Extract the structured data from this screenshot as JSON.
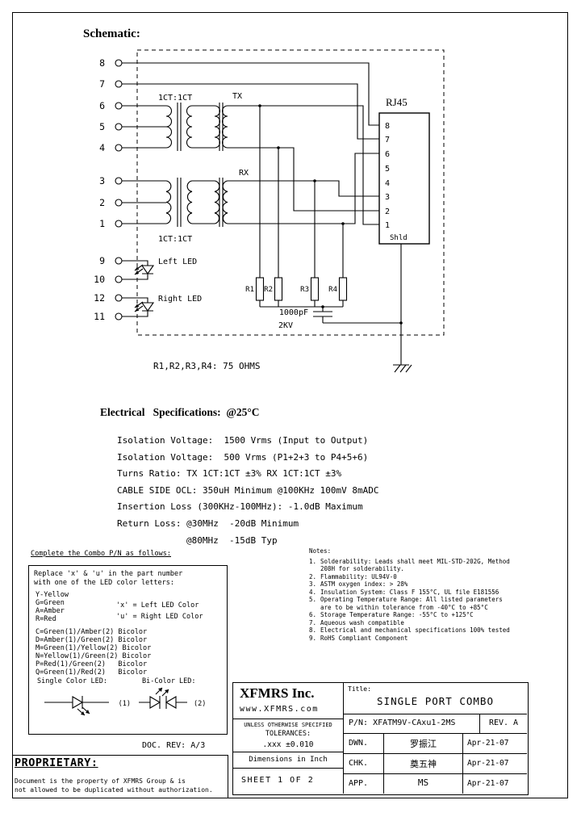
{
  "schematic": {
    "heading": "Schematic:",
    "pins": {
      "p8": "8",
      "p7": "7",
      "p6": "6",
      "p5": "5",
      "p4": "4",
      "p3": "3",
      "p2": "2",
      "p1": "1",
      "p9": "9",
      "p10": "10",
      "p12": "12",
      "p11": "11"
    },
    "ratio_top": "1CT:1CT",
    "ratio_bottom": "1CT:1CT",
    "tx": "TX",
    "rx": "RX",
    "rj45": {
      "label": "RJ45",
      "pins": [
        "8",
        "7",
        "6",
        "5",
        "4",
        "3",
        "2",
        "1"
      ],
      "shield": "Shld"
    },
    "left_led": "Left LED",
    "right_led": "Right LED",
    "r1": "R1",
    "r2": "R2",
    "r3": "R3",
    "r4": "R4",
    "cap_value": "1000pF",
    "cap_rating": "2KV",
    "resistor_note": "R1,R2,R3,R4: 75 OHMS"
  },
  "specs": {
    "heading": "Electrical   Specifications:  @25°C",
    "lines": [
      "Isolation Voltage:  1500 Vrms (Input to Output)",
      "Isolation Voltage:  500 Vrms (P1+2+3 to P4+5+6)",
      "Turns Ratio: TX 1CT:1CT ±3% RX 1CT:1CT ±3%",
      "CABLE SIDE OCL: 350uH Minimum @100KHz 100mV 8mADC",
      "Insertion Loss (300KHz-100MHz): -1.0dB Maximum",
      "Return Loss: @30MHz  -20dB Minimum",
      "@80MHz  -15dB Typ"
    ]
  },
  "notes": {
    "heading": "Notes:",
    "items": [
      {
        "num": "1.",
        "text": "Solderability: Leads shall meet MIL-STD-202G, Method 208H for solderability."
      },
      {
        "num": "2.",
        "text": "Flammability: UL94V-0"
      },
      {
        "num": "3.",
        "text": "ASTM oxygen index: > 28%"
      },
      {
        "num": "4.",
        "text": "Insulation System: Class F 155°C, UL file E181556"
      },
      {
        "num": "5.",
        "text": "Operating Temperature Range: All listed parameters are to be within tolerance from -40°C to +85°C"
      },
      {
        "num": "6.",
        "text": "Storage Temperature Range: -55°C to +125°C"
      },
      {
        "num": "7.",
        "text": "Aqueous wash compatible"
      },
      {
        "num": "8.",
        "text": "Electrical and mechanical specifications 100% tested"
      },
      {
        "num": "9.",
        "text": "RoHS Compliant Component"
      }
    ]
  },
  "combo": {
    "heading": "Complete the Combo P/N as follows:",
    "replace_line1": "Replace 'x' & 'u' in the part number",
    "replace_line2": "with one of the LED color letters:",
    "single_colors": [
      "Y-Yellow",
      "G=Green",
      "A=Amber",
      "R=Red"
    ],
    "x_note": "'x' = Left LED Color",
    "u_note": "'u' = Right LED Color",
    "bicolor_codes": [
      "C=Green(1)/Amber(2) Bicolor",
      "D=Amber(1)/Green(2) Bicolor",
      "M=Green(1)/Yellow(2) Bicolor",
      "N=Yellow(1)/Green(2) Bicolor",
      "P=Red(1)/Green(2)   Bicolor",
      "Q=Green(1)/Red(2)   Bicolor"
    ],
    "single_led_label": "Single Color LED:",
    "bicolor_led_label": "Bi-Color LED:",
    "led1": "(1)",
    "led2": "(2)"
  },
  "title_block": {
    "company": "XFMRS Inc.",
    "website": "www.XFMRS.com",
    "title_label": "Title:",
    "title": "SINGLE PORT COMBO",
    "tolerance_line1": "UNLESS OTHERWISE SPECIFIED",
    "tolerance_line2": "TOLERANCES:",
    "tolerance_line3": ".xxx ±0.010",
    "dimensions": "Dimensions in Inch",
    "sheet": "SHEET 1 OF 2",
    "pn": "P/N: XFATM9V-CAxu1-2MS",
    "rev": "REV. A",
    "rows": [
      {
        "label": "DWN.",
        "name": "罗振江",
        "date": "Apr-21-07"
      },
      {
        "label": "CHK.",
        "name": "奠五神",
        "date": "Apr-21-07"
      },
      {
        "label": "APP.",
        "name": "MS",
        "date": "Apr-21-07"
      }
    ]
  },
  "doc_rev": "DOC. REV: A/3",
  "proprietary": {
    "heading": "PROPRIETARY:",
    "line1": "Document is the property of XFMRS Group & is",
    "line2": "not allowed to be duplicated without authorization."
  }
}
